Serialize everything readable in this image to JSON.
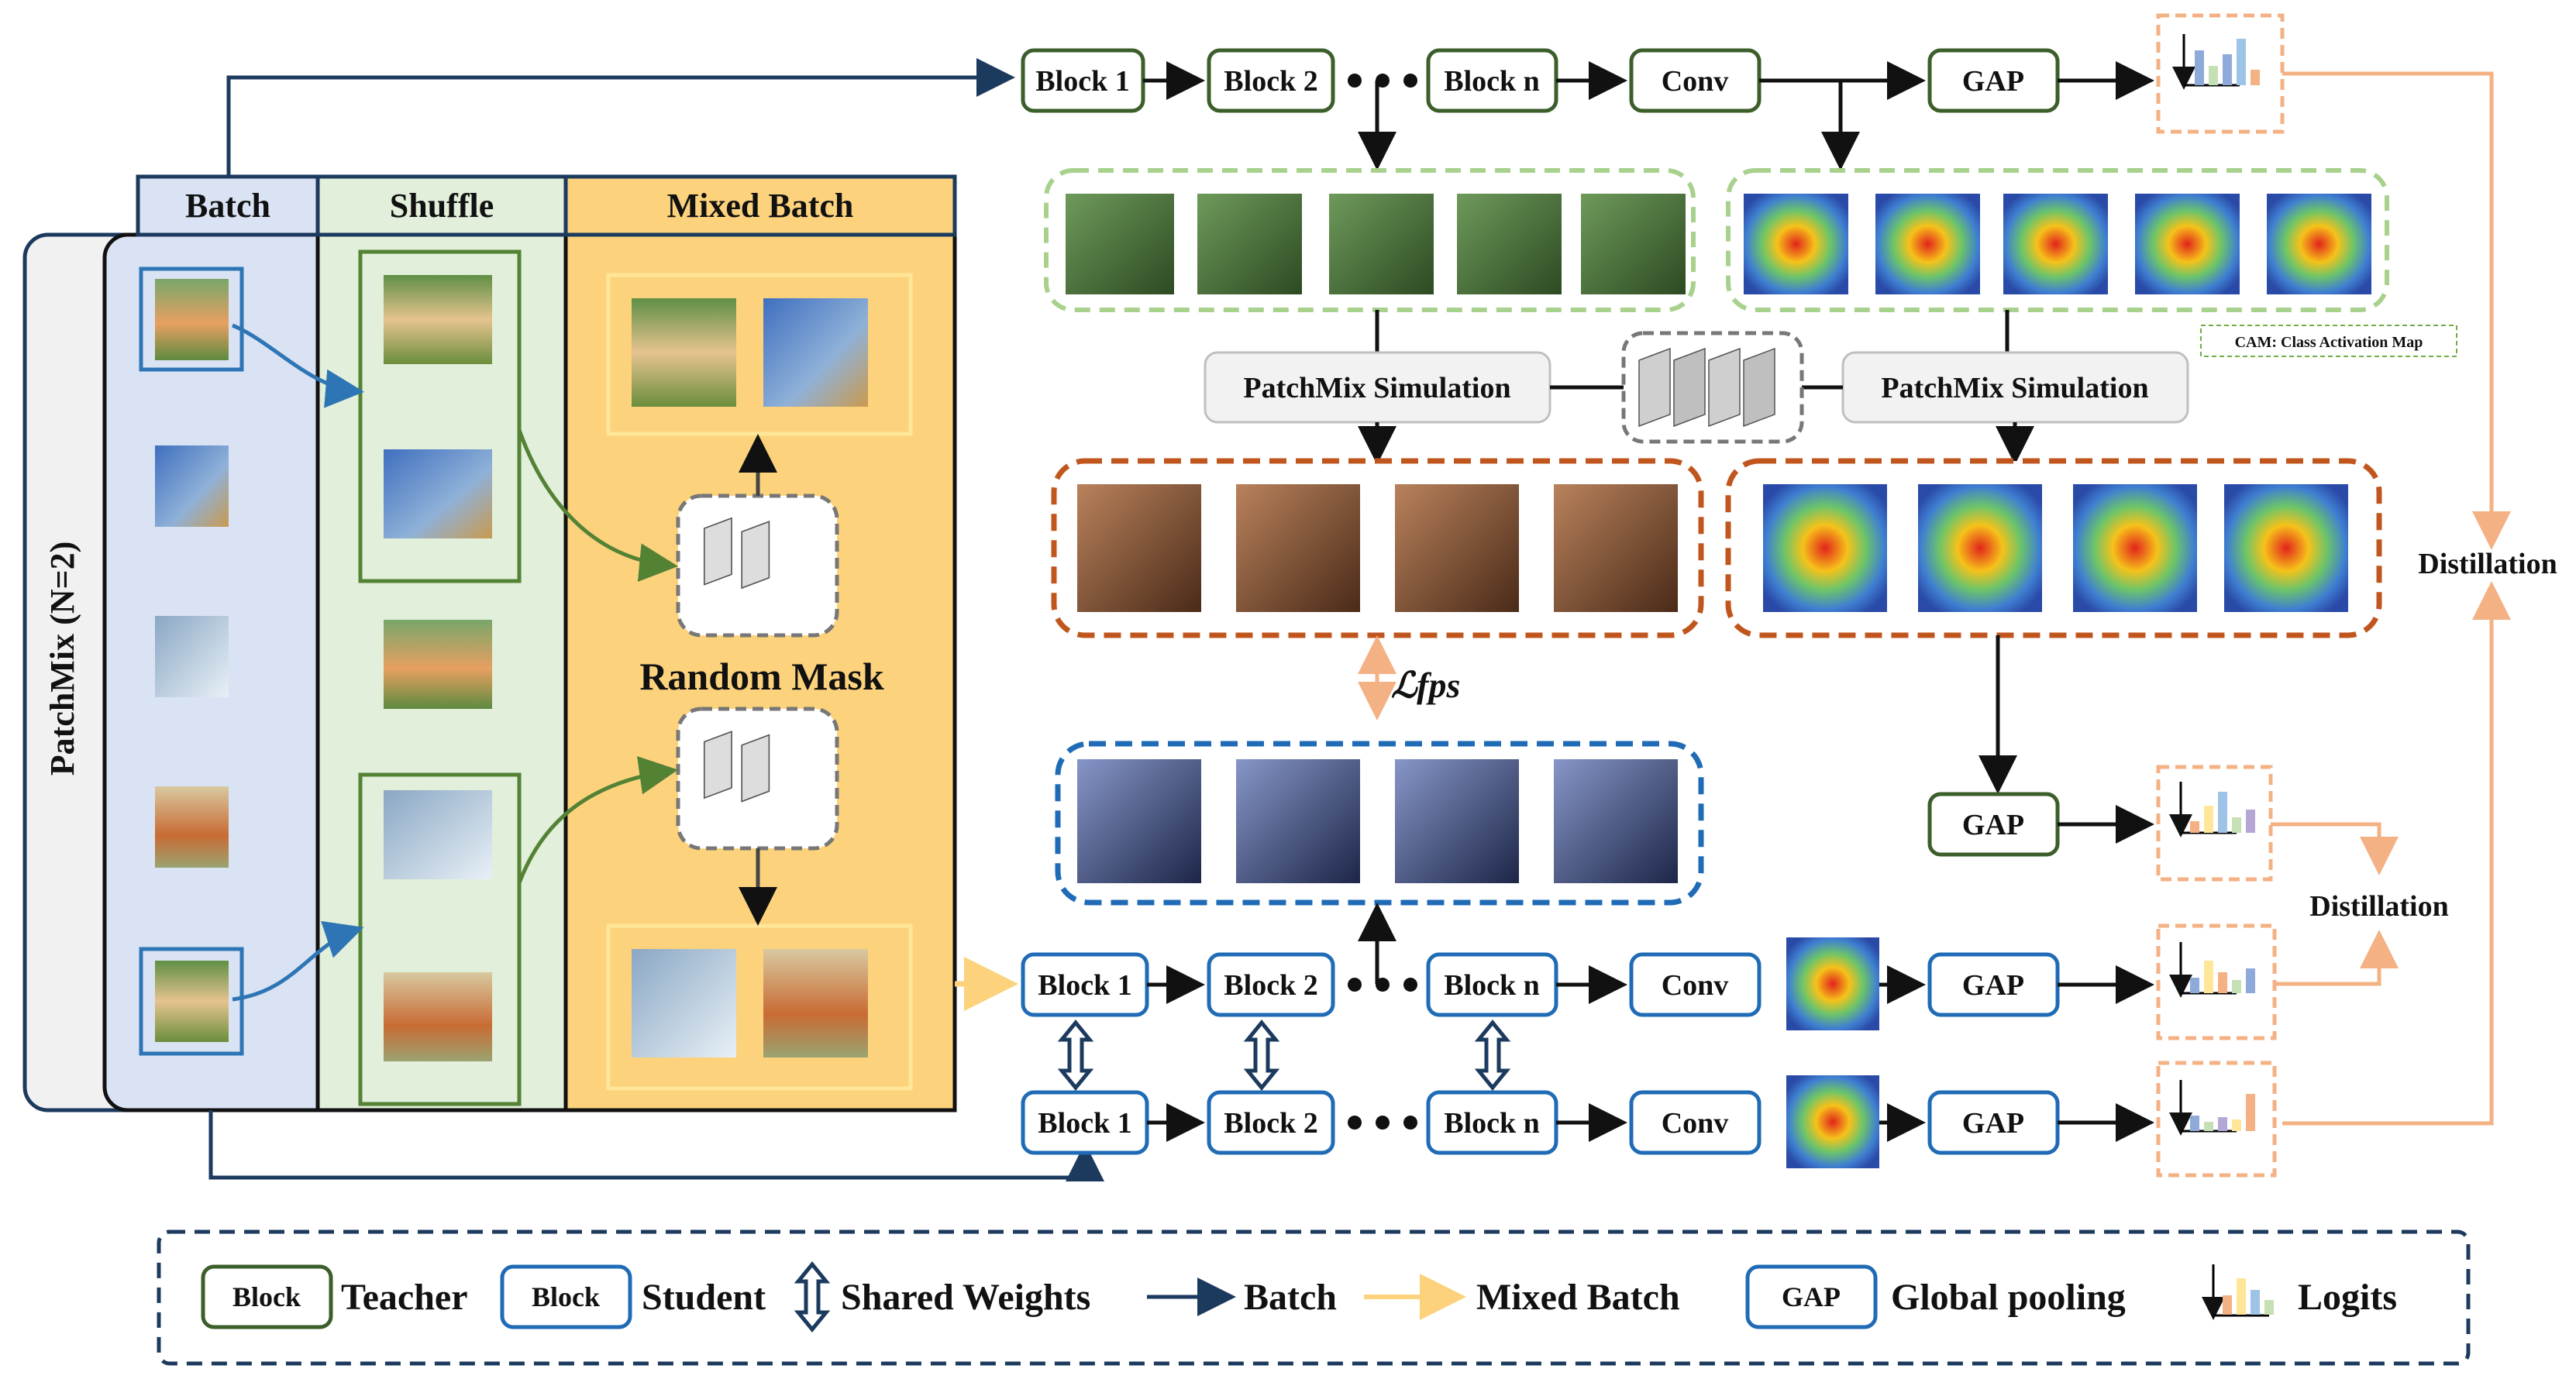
{
  "left_panel": {
    "side_label": "PatchMix (N=2)",
    "col_batch": "Batch",
    "col_shuffle": "Shuffle",
    "col_mixed": "Mixed Batch",
    "random_mask": "Random Mask"
  },
  "teacher_top": {
    "blocks": [
      "Block 1",
      "Block 2",
      "Block n"
    ],
    "conv": "Conv",
    "gap": "GAP"
  },
  "simulation": {
    "left": "PatchMix Simulation",
    "right": "PatchMix Simulation",
    "cam_note": "CAM: Class Activation Map"
  },
  "loss_label": "ℒfps",
  "distillation": [
    "Distillation",
    "Distillation"
  ],
  "gap_mid": "GAP",
  "student_rows": [
    {
      "blocks": [
        "Block 1",
        "Block 2",
        "Block n"
      ],
      "conv": "Conv",
      "gap": "GAP"
    },
    {
      "blocks": [
        "Block 1",
        "Block 2",
        "Block n"
      ],
      "conv": "Conv",
      "gap": "GAP"
    }
  ],
  "legend": {
    "teacher_box": "Block",
    "teacher": "Teacher",
    "student_box": "Block",
    "student": "Student",
    "shared": "Shared Weights",
    "batch": "Batch",
    "mixed": "Mixed Batch",
    "gap_box": "GAP",
    "gap": "Global pooling",
    "logits": "Logits"
  },
  "colors": {
    "teacher_green": "#3b5e2a",
    "student_blue": "#1f6bb5",
    "navy": "#1c3a5e",
    "orange_dash": "#c0561e",
    "green_dash": "#a9d18e",
    "blue_dash": "#1f6bb5",
    "peach": "#f4b183",
    "mixed_yellow": "#fcd27c",
    "batch_blue": "#dae3f3",
    "shuffle_green": "#e2efda"
  },
  "icons": [
    "cat-image",
    "bird-image",
    "ferret-image",
    "fox-image",
    "dog-image",
    "mask-grid-icon",
    "logits-chart-icon",
    "shared-weights-icon",
    "cam-heatmap-image"
  ]
}
